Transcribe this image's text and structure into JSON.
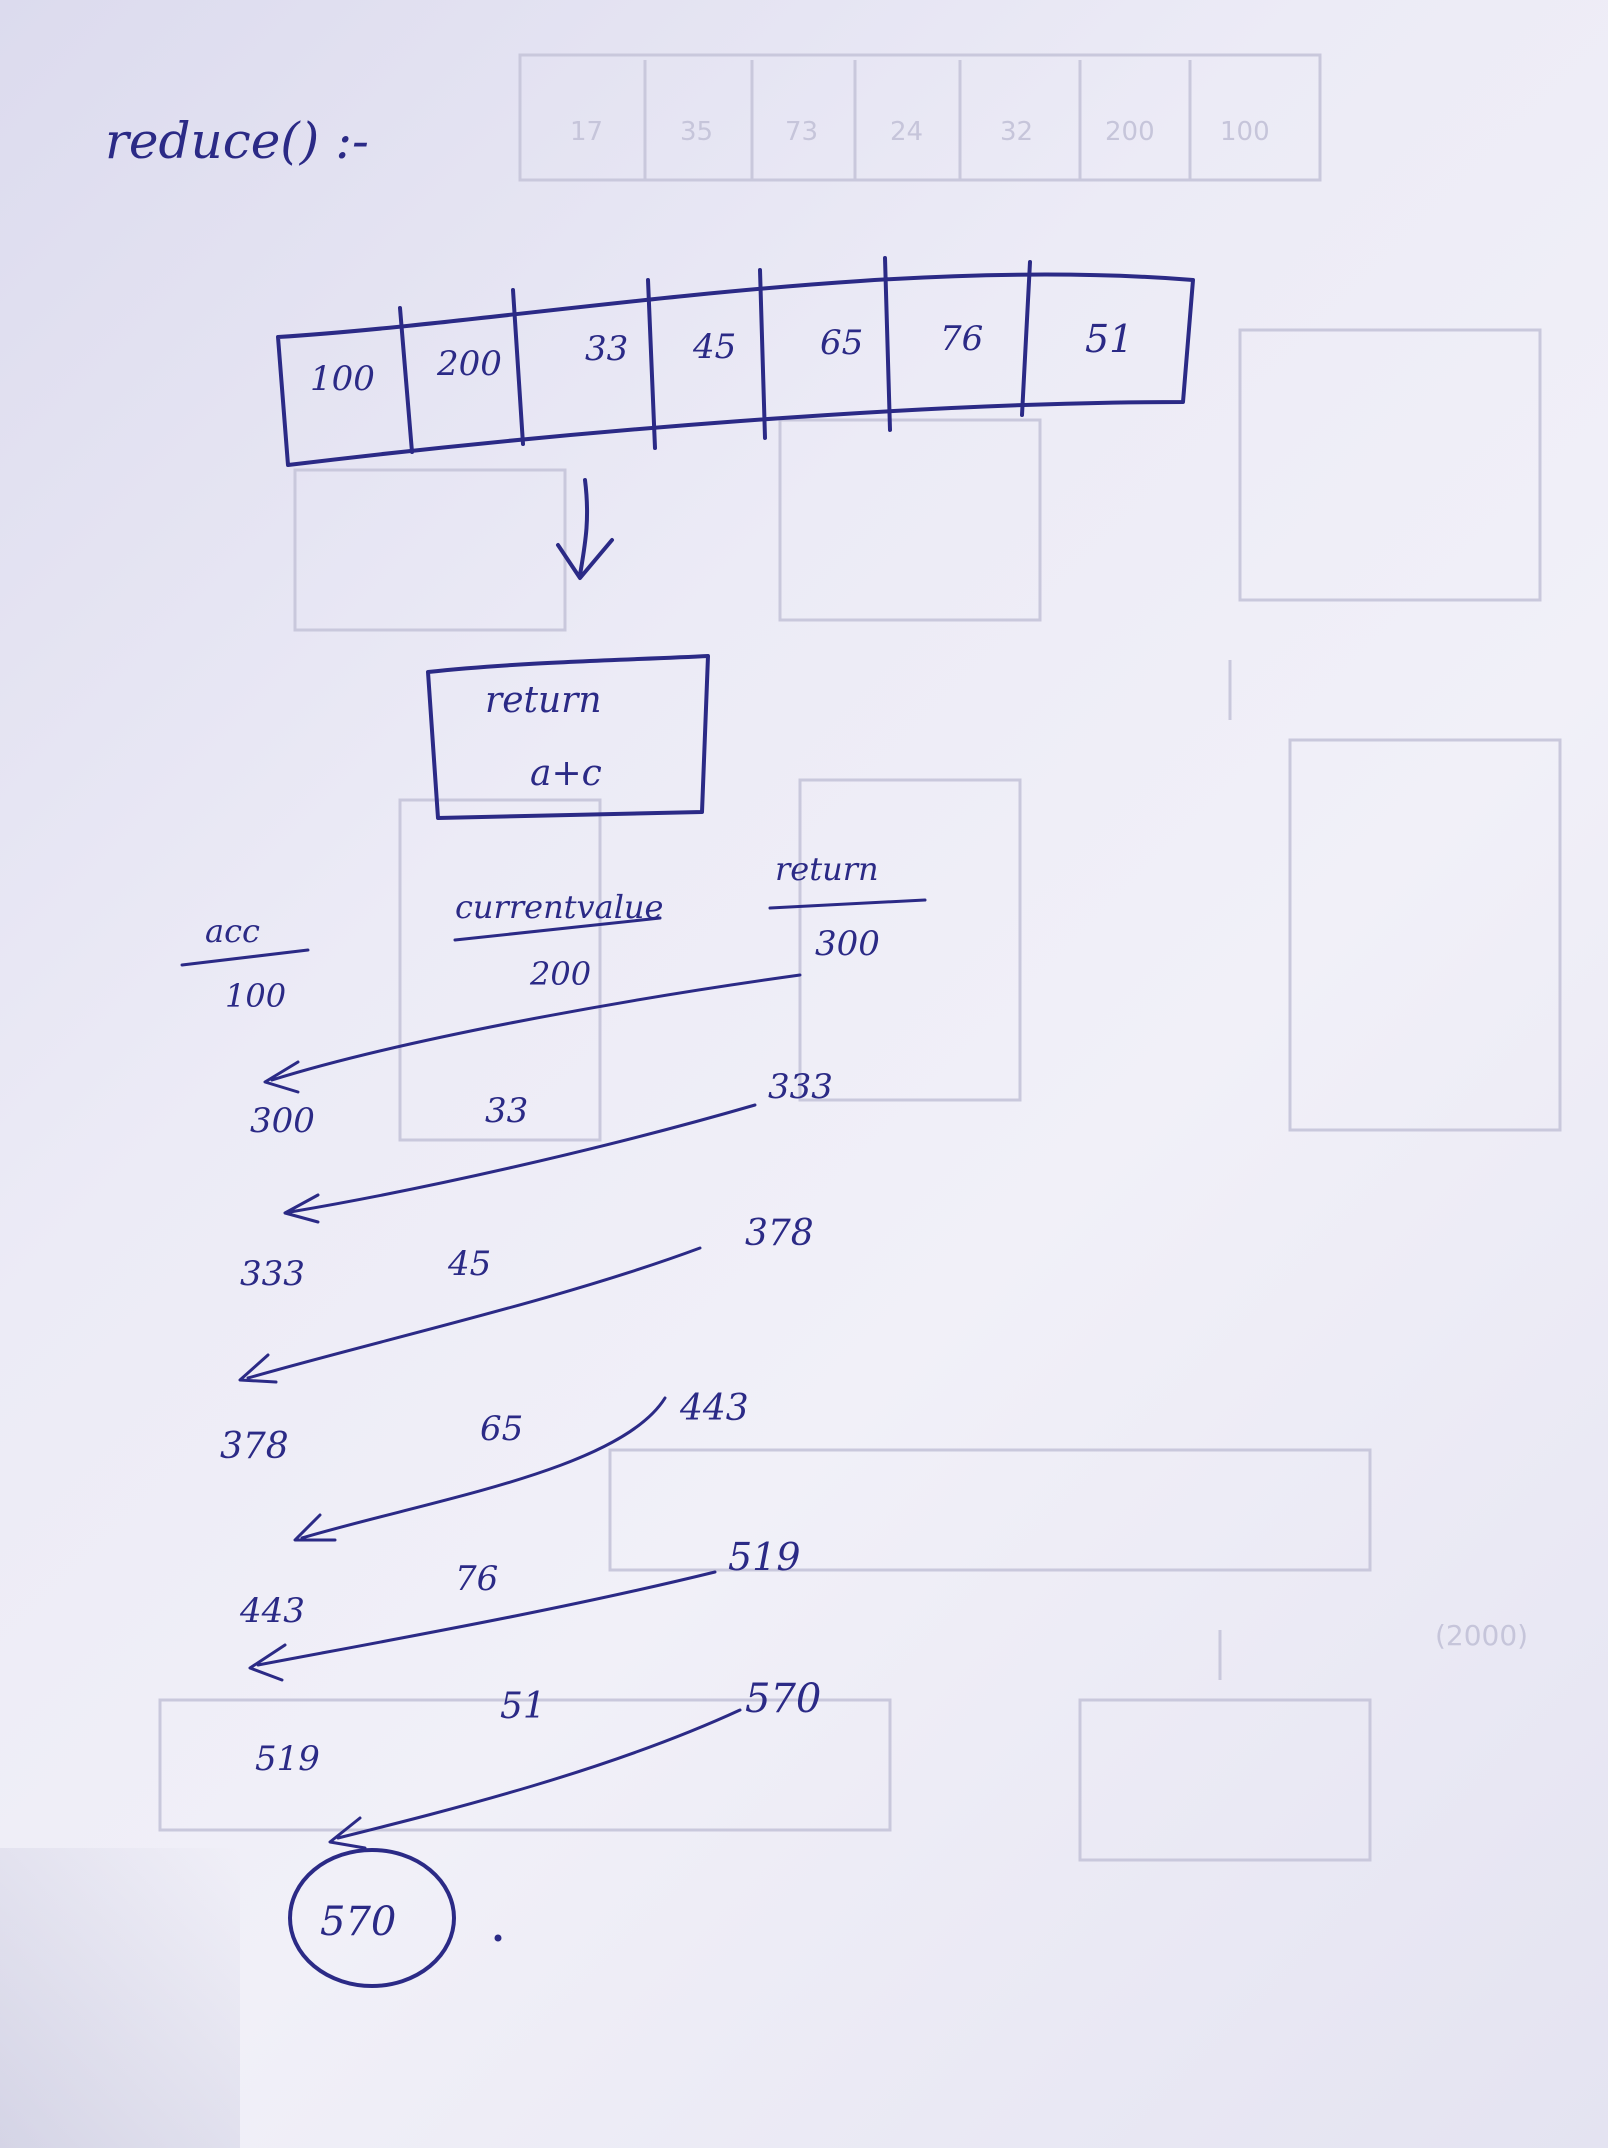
{
  "title": "reduce() :-",
  "array": [
    "100",
    "200",
    "33",
    "45",
    "65",
    "76",
    "51"
  ],
  "callback": {
    "line1": "return",
    "line2": "a+c"
  },
  "columns": {
    "acc": "acc",
    "current": "currentvalue",
    "return": "return"
  },
  "rows": [
    {
      "acc": "100",
      "current": "200",
      "ret": "300"
    },
    {
      "acc": "300",
      "current": "33",
      "ret": "333"
    },
    {
      "acc": "333",
      "current": "45",
      "ret": "378"
    },
    {
      "acc": "378",
      "current": "65",
      "ret": "443"
    },
    {
      "acc": "443",
      "current": "76",
      "ret": "519"
    },
    {
      "acc": "519",
      "current": "51",
      "ret": "570"
    }
  ],
  "result": "570",
  "ink_color": "#2b2a86",
  "ghost_text": [
    "17",
    "35",
    "73",
    "24",
    "32",
    "200",
    "100",
    "(2000)"
  ]
}
